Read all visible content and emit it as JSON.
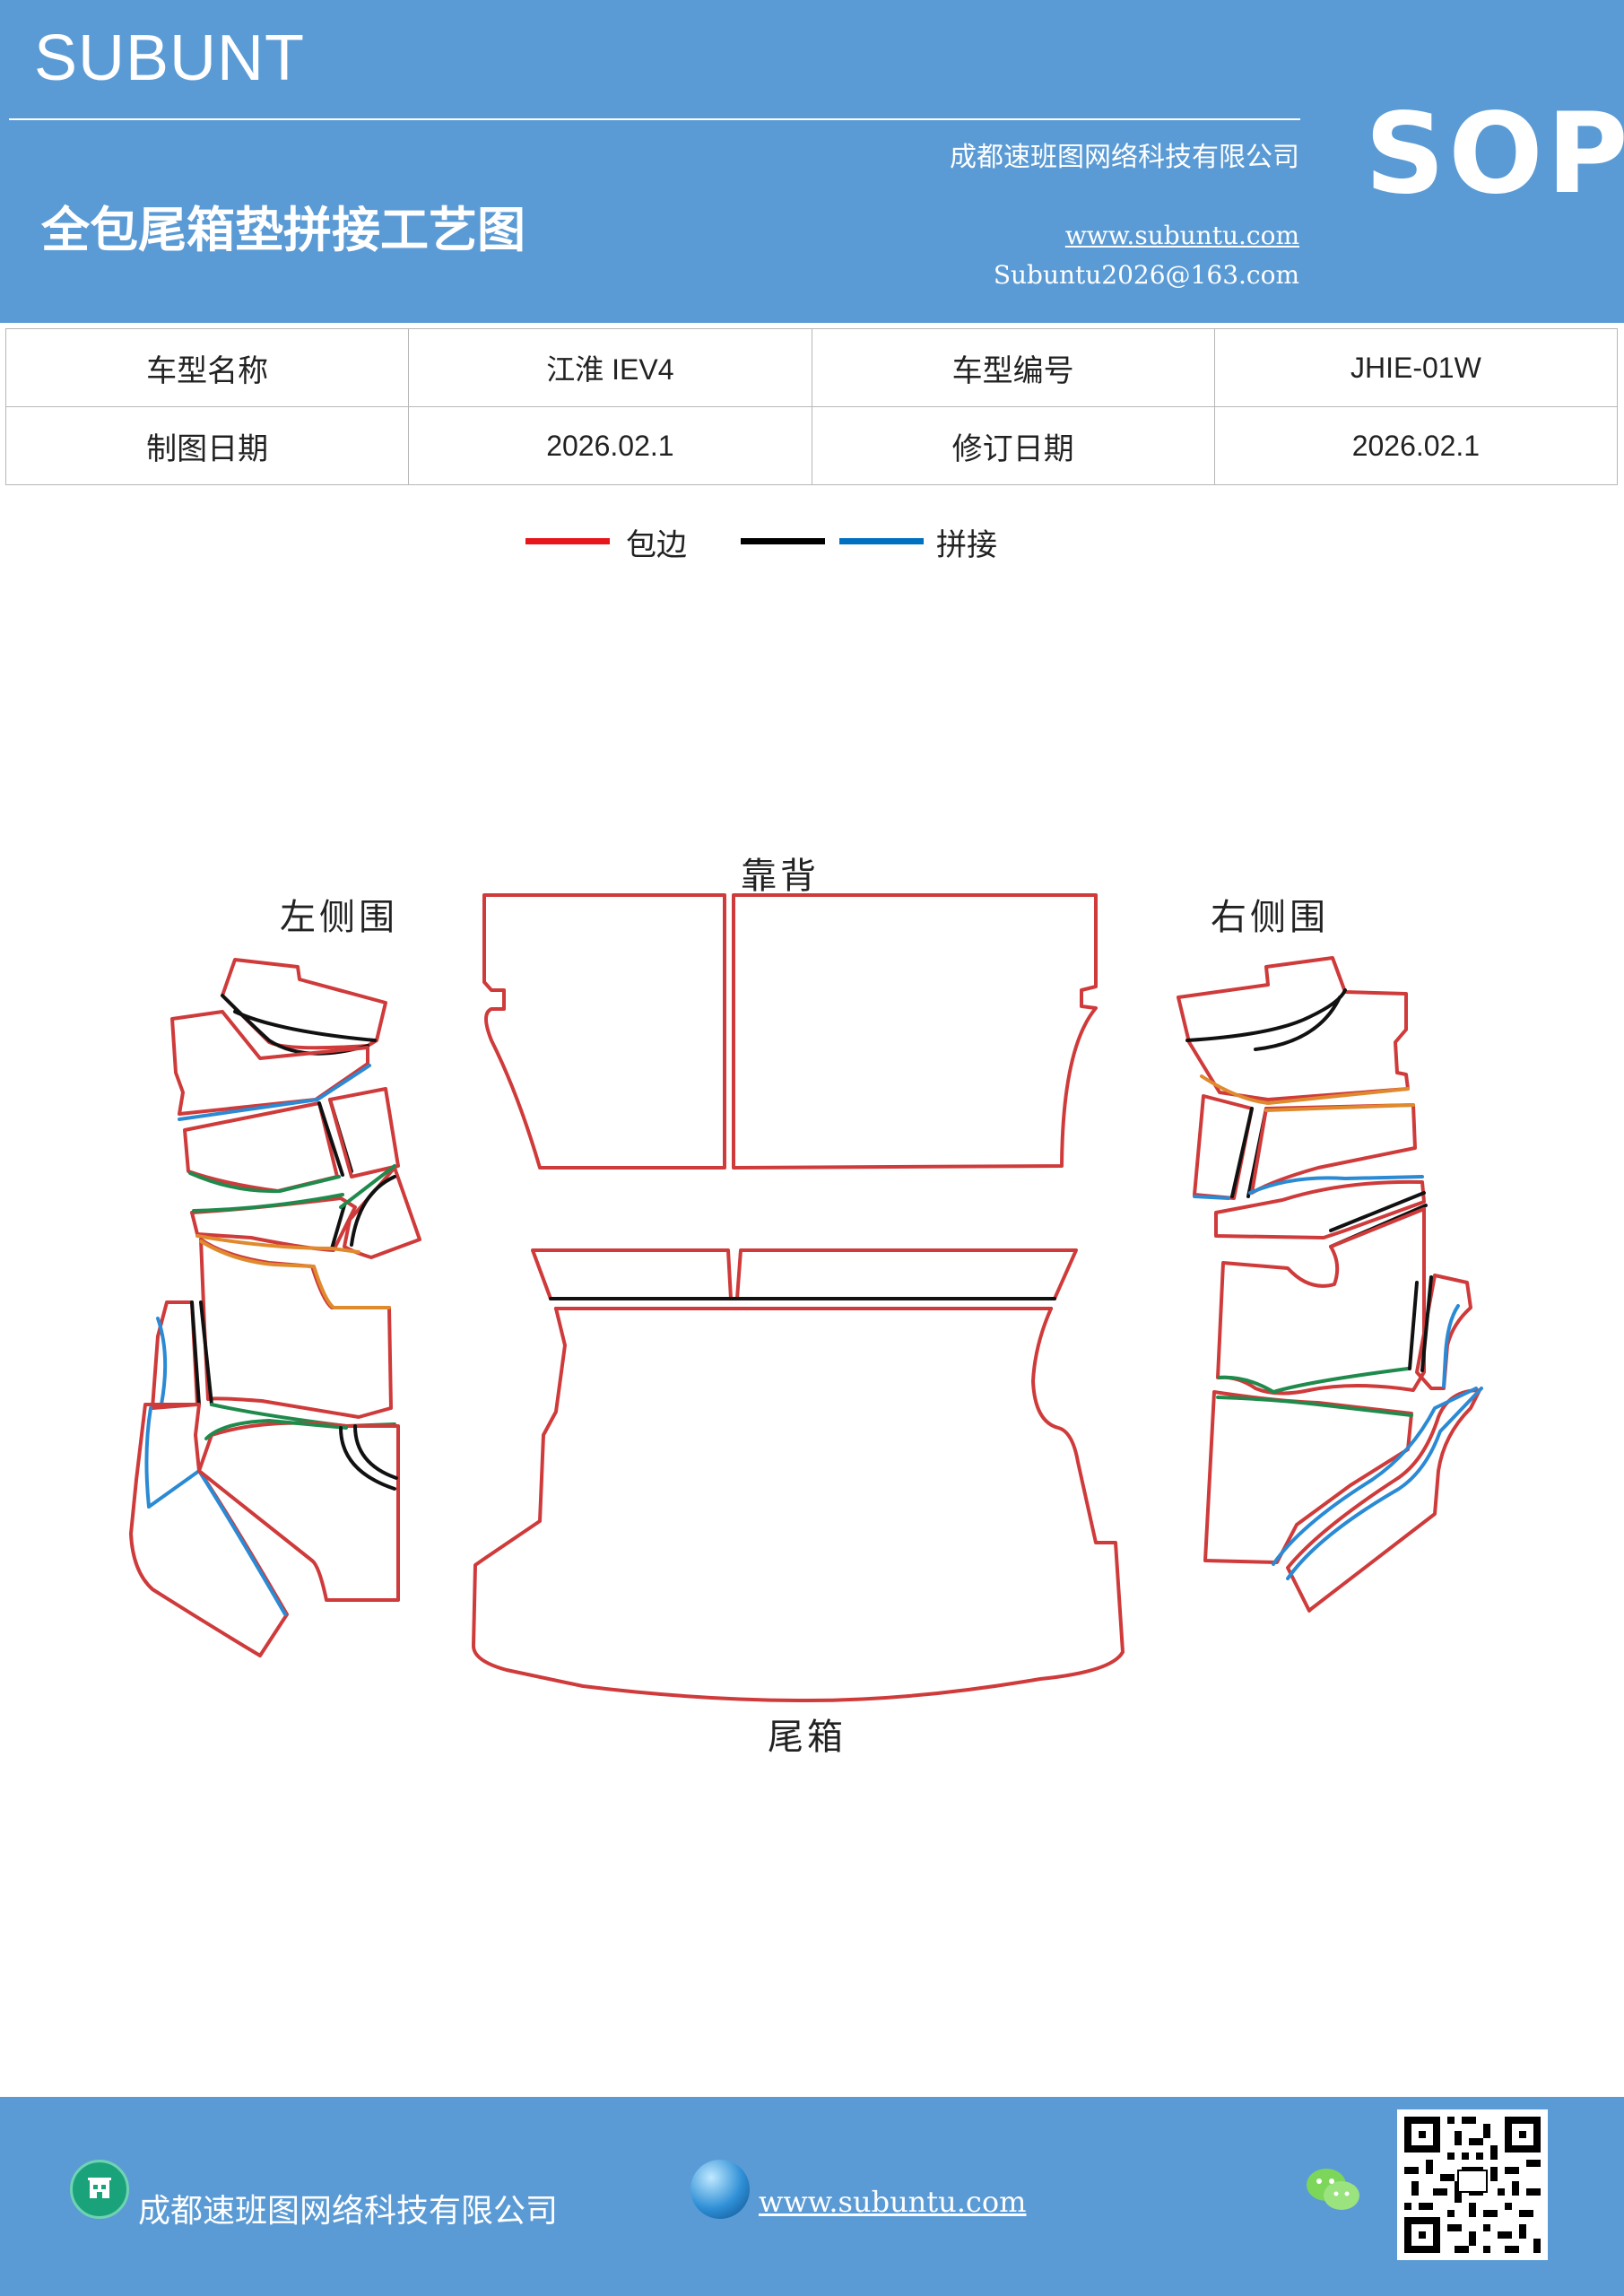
{
  "header": {
    "brand": "SUBUNT",
    "company": "成都速班图网络科技有限公司",
    "title": "全包尾箱垫拼接工艺图",
    "url": "www.subuntu.com",
    "email": "Subuntu2026@163.com",
    "sop": "SOP",
    "background_color": "#5b9bd5"
  },
  "info_table": {
    "rows": [
      {
        "label1": "车型名称",
        "value1": "江淮 IEV4",
        "label2": "车型编号",
        "value2": "JHIE-01W"
      },
      {
        "label1": "制图日期",
        "value1": "2026.02.1",
        "label2": "修订日期",
        "value2": "2026.02.1"
      }
    ]
  },
  "legend": {
    "items": [
      {
        "label": "包边",
        "colors": [
          "#e8161b"
        ]
      },
      {
        "label": "拼接",
        "colors": [
          "#000000",
          "#0070c0"
        ]
      }
    ]
  },
  "diagram": {
    "labels": {
      "back": "靠背",
      "left_side": "左侧围",
      "right_side": "右侧围",
      "trunk": "尾箱"
    },
    "stroke_colors": {
      "edge": "#cf3a3a",
      "black": "#111111",
      "blue": "#2a8ad4",
      "green": "#1f8a4c",
      "orange": "#e08a2e"
    }
  },
  "footer": {
    "company": "成都速班图网络科技有限公司",
    "url": "www.subuntu.com",
    "icons": [
      "building-icon",
      "globe-icon",
      "wechat-icon",
      "qr-code"
    ]
  }
}
